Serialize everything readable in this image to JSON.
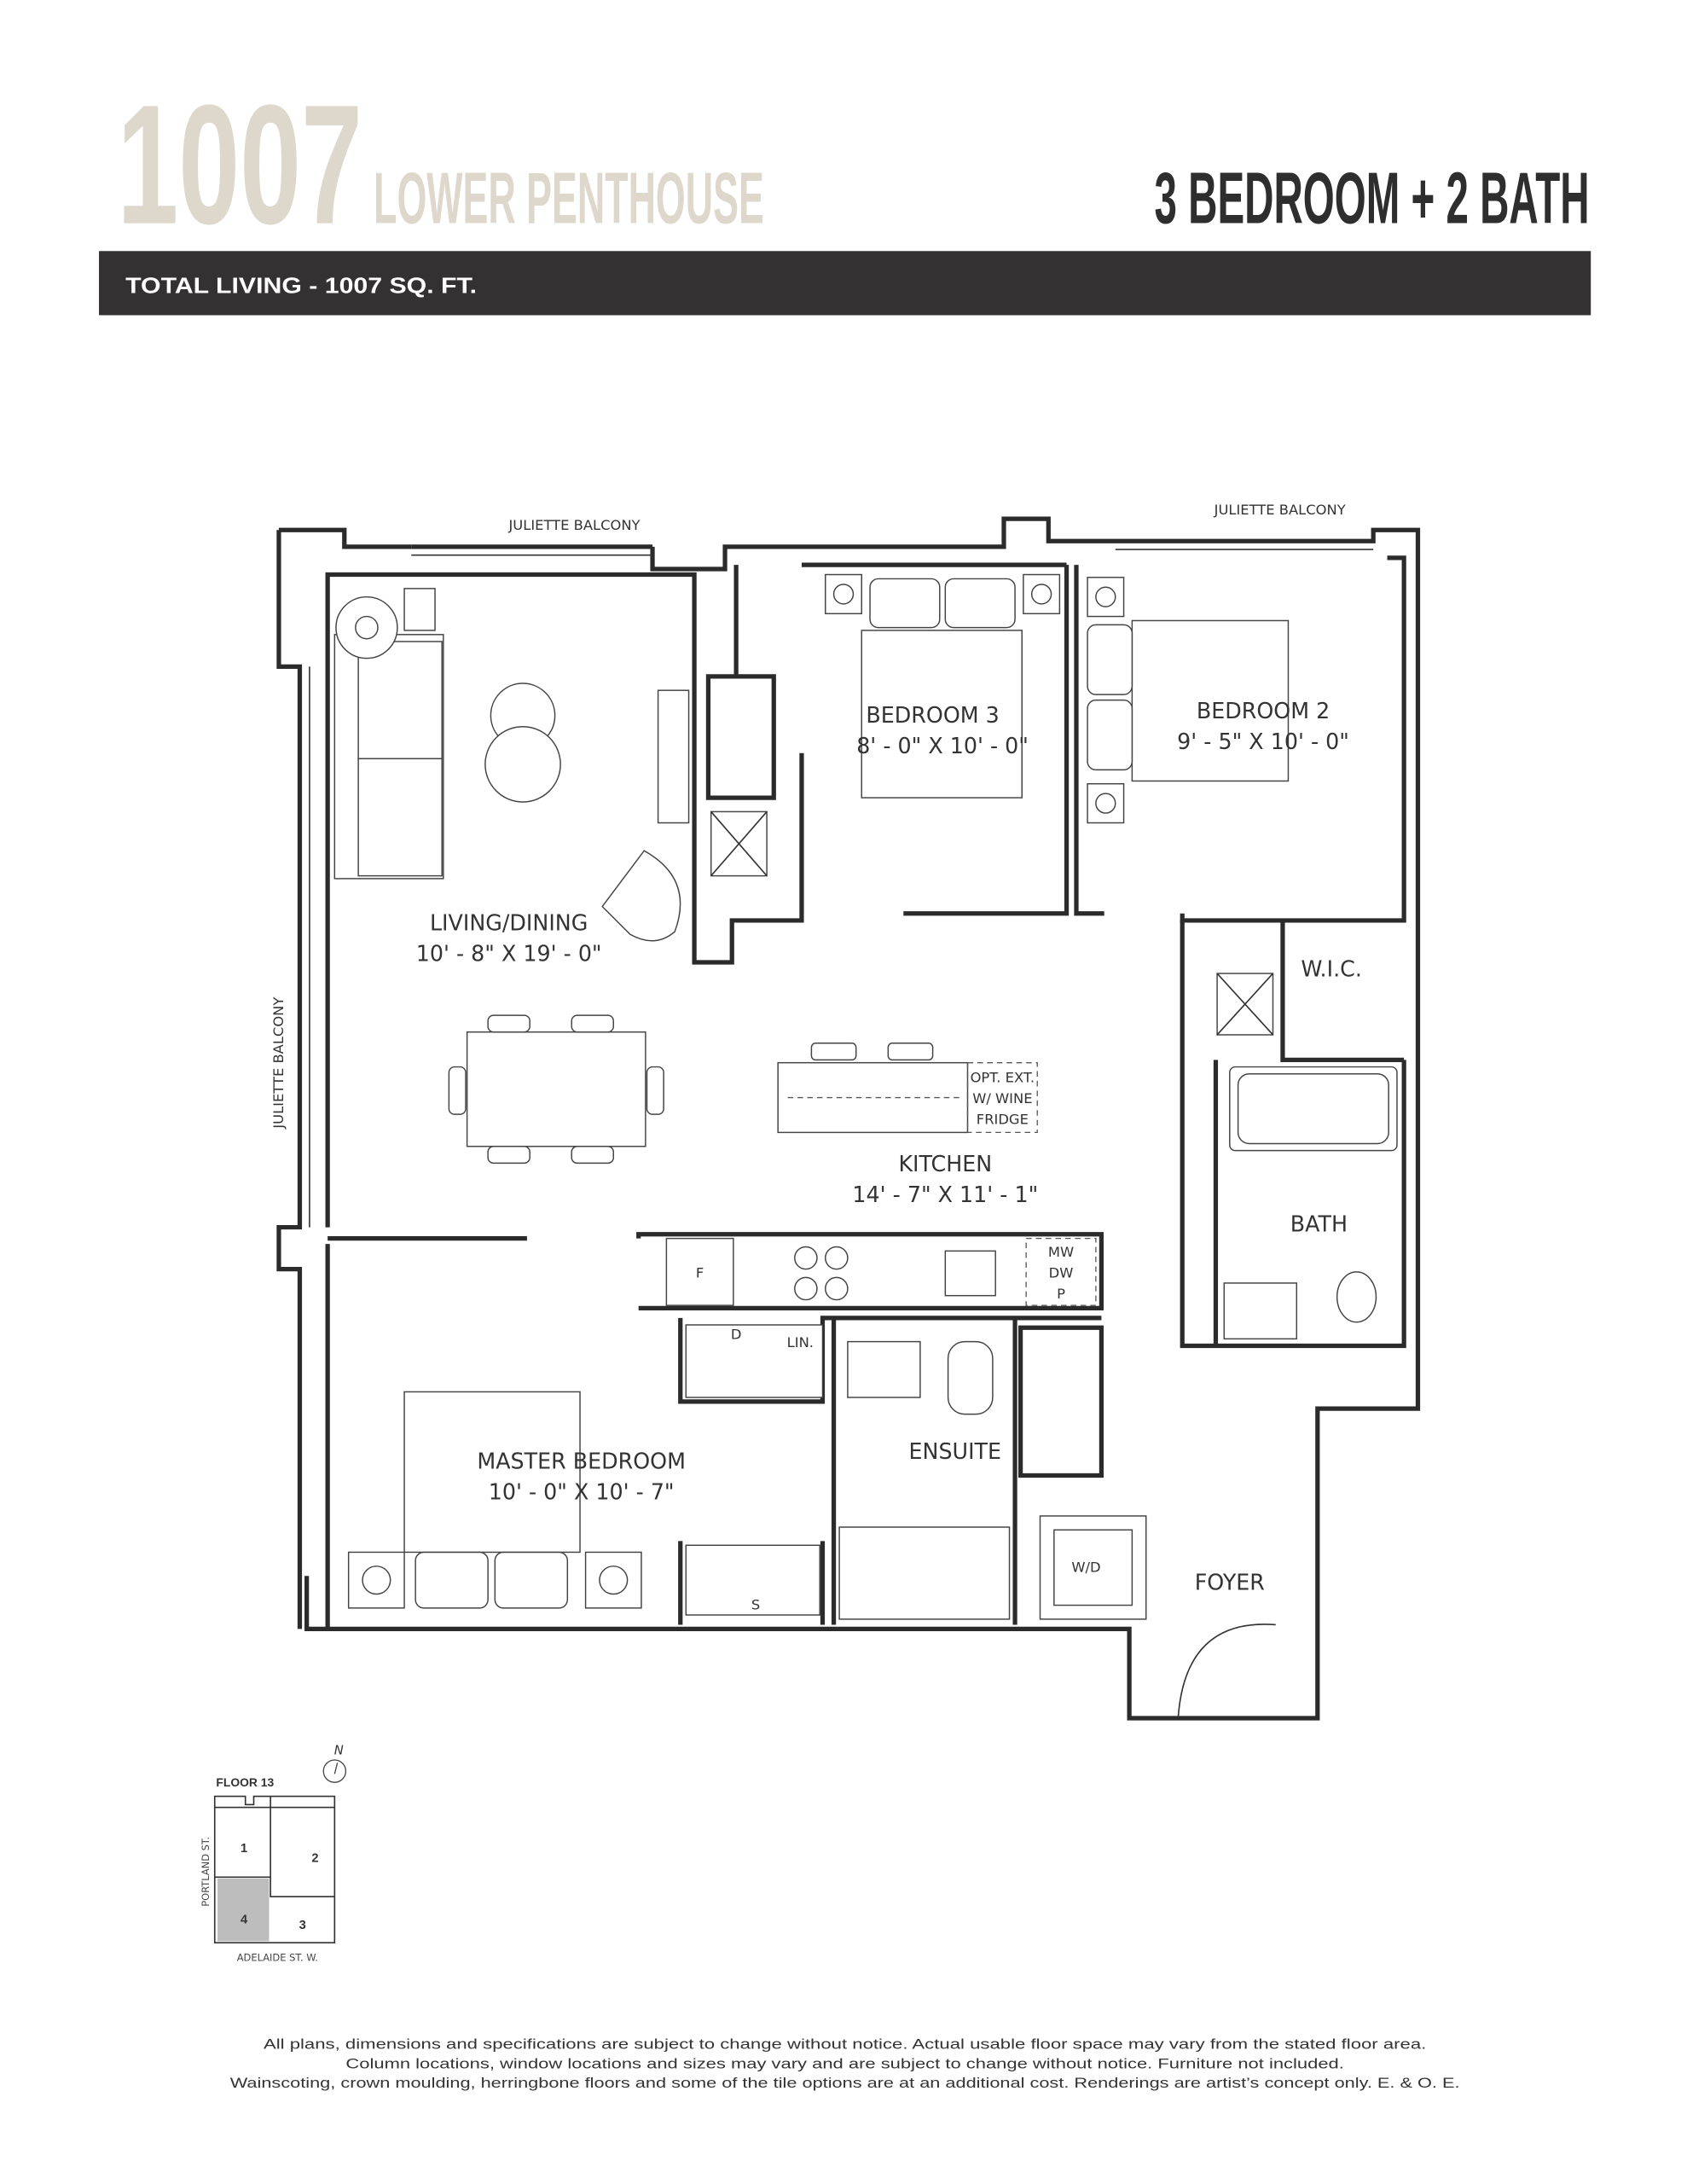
{
  "header": {
    "unit_number": "1007",
    "unit_type": "LOWER PENTHOUSE",
    "layout": "3 BEDROOM + 2 BATH",
    "total_living": "TOTAL LIVING - 1007  SQ. FT."
  },
  "plan": {
    "balcony_top_left": "JULIETTE BALCONY",
    "balcony_top_right": "JULIETTE BALCONY",
    "balcony_left": "JULIETTE BALCONY",
    "rooms": {
      "living_name": "LIVING/DINING",
      "living_dim": "10' - 8\" X 19' - 0\"",
      "bed3_name": "BEDROOM 3",
      "bed3_dim": "8' - 0\" X 10' - 0\"",
      "bed2_name": "BEDROOM 2",
      "bed2_dim": "9' - 5\" X 10' - 0\"",
      "wic": "W.I.C.",
      "kitchen_name": "KITCHEN",
      "kitchen_dim": "14' - 7\" X 11' - 1\"",
      "bath": "BATH",
      "ensuite": "ENSUITE",
      "master_name": "MASTER BEDROOM",
      "master_dim": "10' - 0\" X 10' - 7\"",
      "foyer": "FOYER"
    },
    "fixtures": {
      "opt1": "OPT. EXT.",
      "opt2": "W/ WINE",
      "opt3": "FRIDGE",
      "fridge": "F",
      "mw": "MW",
      "dw": "DW",
      "p": "P",
      "dryer": "D",
      "linen": "LIN.",
      "washer_dryer": "W/D",
      "storage": "S"
    }
  },
  "key_plan": {
    "floor": "FLOOR 13",
    "north": "N",
    "units": [
      "1",
      "2",
      "3",
      "4"
    ],
    "highlighted_unit": "4",
    "street_side": "PORTLAND ST.",
    "street_bottom": "ADELAIDE ST. W."
  },
  "disclaimer": [
    "All plans, dimensions and specifications are subject to change without notice. Actual usable floor space may vary from the stated floor area.",
    "Column locations, window locations and sizes may vary and are subject to change without notice. Furniture not included.",
    "Wainscoting, crown moulding, herringbone floors and some of the tile options are at an additional cost. Renderings are artist’s concept only. E. & O. E."
  ],
  "colors": {
    "title_beige": "#ddd8cb",
    "dark": "#2f2e2e",
    "bar": "#333132",
    "key_fill": "#bdbdbd"
  }
}
